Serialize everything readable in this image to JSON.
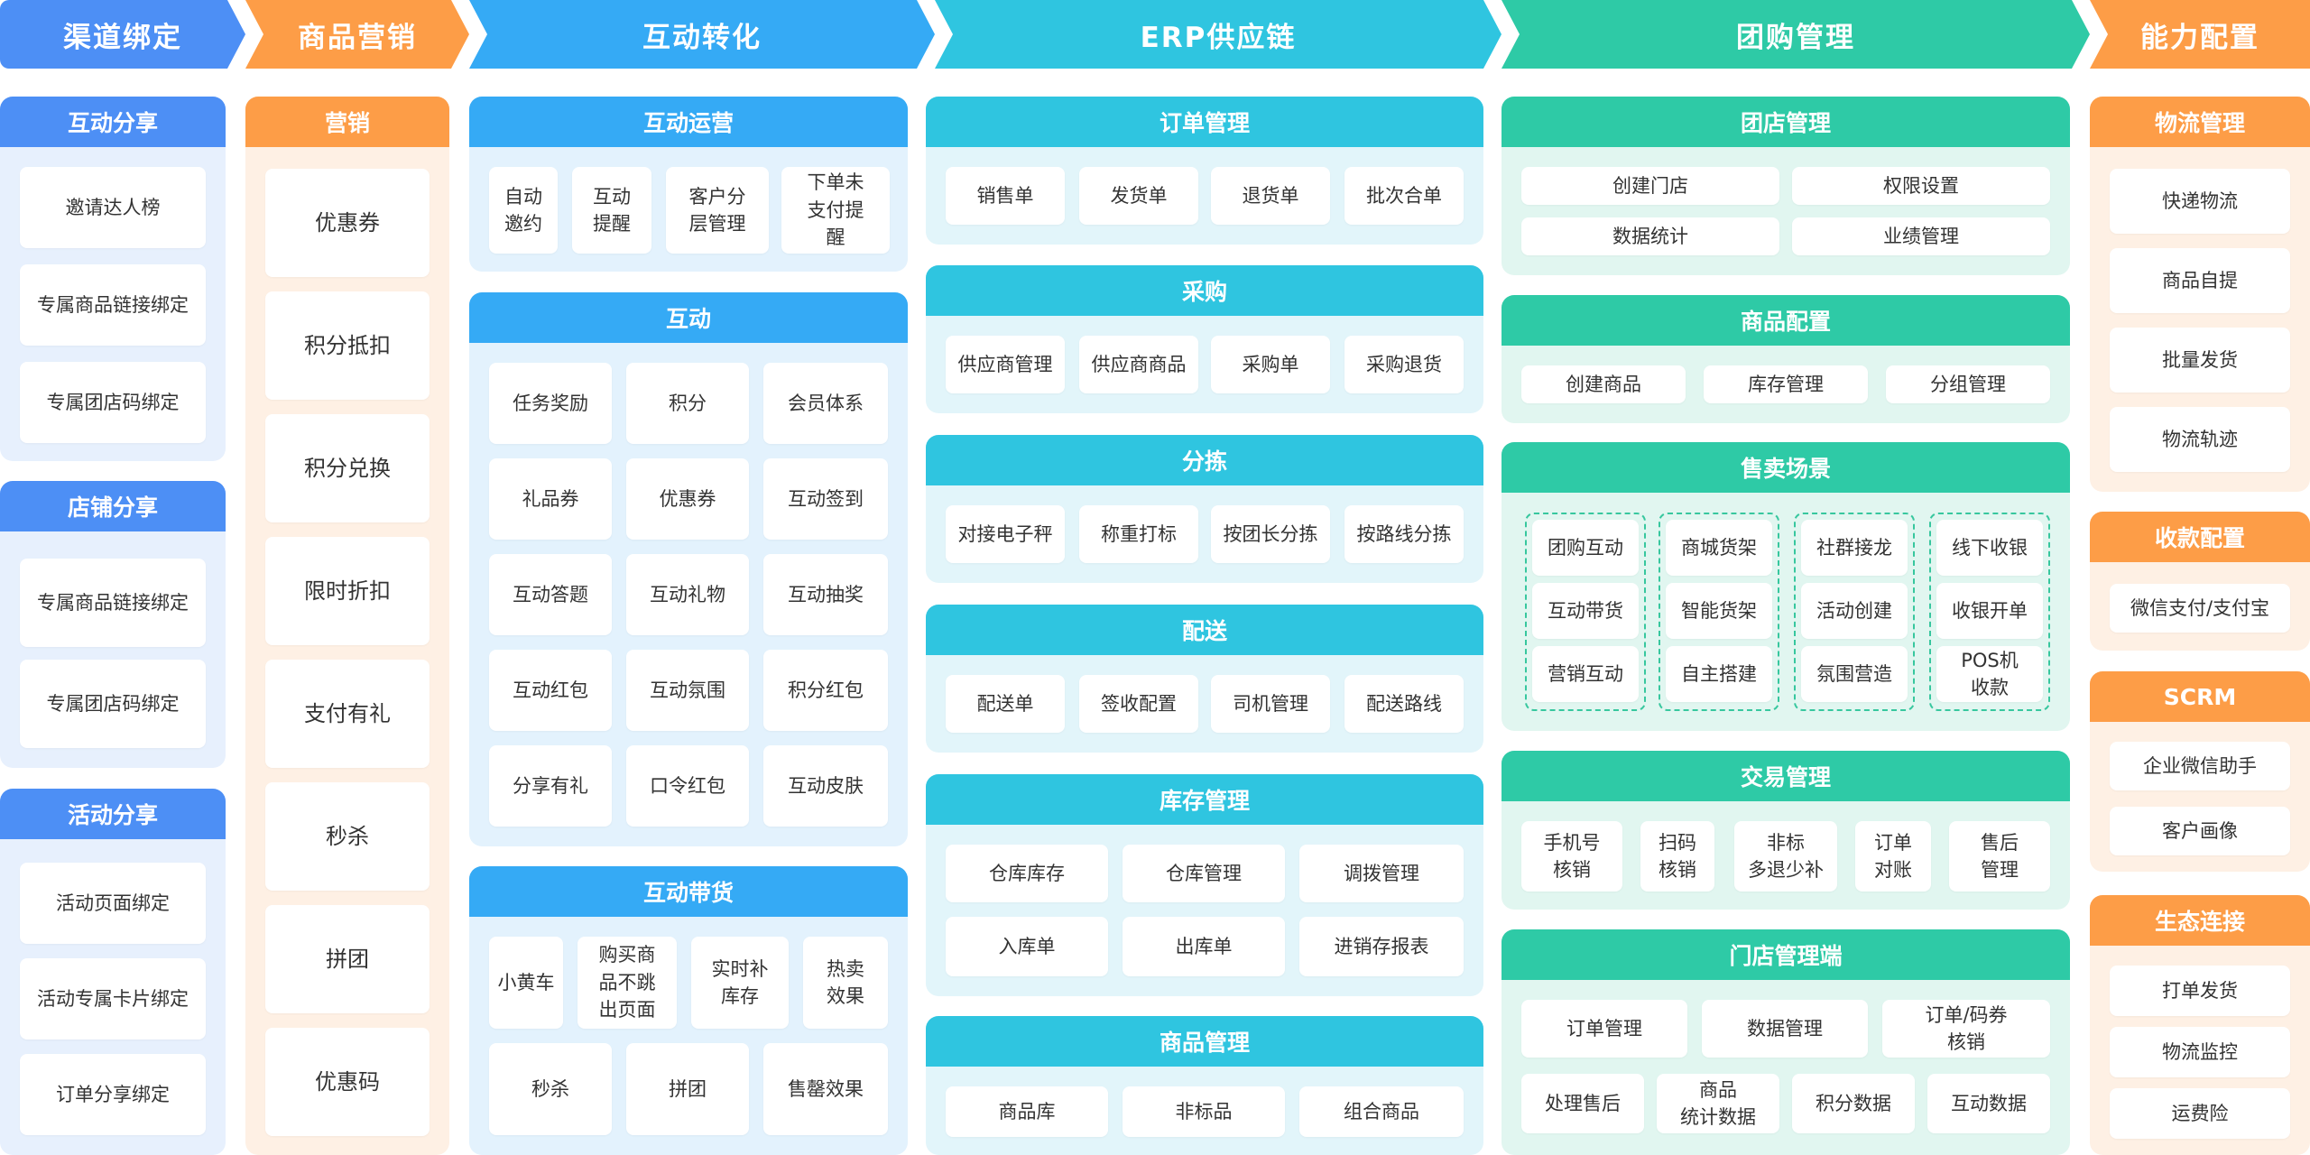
{
  "colors": {
    "blue": "#4d8ff5",
    "orange": "#fd9d47",
    "sky": "#35aaf5",
    "cyan": "#2fc5e0",
    "teal": "#2ecaa6",
    "blue_light": "#e7f0fd",
    "orange_light": "#fef0e4",
    "sky_light": "#e3f2fd",
    "cyan_light": "#e2f5fa",
    "teal_light": "#e1f6f0"
  },
  "columns": [
    {
      "title": "渠道绑定"
    },
    {
      "title": "商品营销"
    },
    {
      "title": "互动转化"
    },
    {
      "title": "ERP供应链"
    },
    {
      "title": "团购管理"
    },
    {
      "title": "能力配置"
    }
  ],
  "channel": {
    "groups": [
      {
        "title": "互动分享",
        "items": [
          "邀请达人榜",
          "专属商品链接绑定",
          "专属团店码绑定"
        ]
      },
      {
        "title": "店铺分享",
        "items": [
          "专属商品链接绑定",
          "专属团店码绑定"
        ]
      },
      {
        "title": "活动分享",
        "items": [
          "活动页面绑定",
          "活动专属卡片绑定",
          "订单分享绑定"
        ]
      }
    ]
  },
  "marketing": {
    "title": "营销",
    "items": [
      "优惠券",
      "积分抵扣",
      "积分兑换",
      "限时折扣",
      "支付有礼",
      "秒杀",
      "拼团",
      "优惠码"
    ]
  },
  "interaction": {
    "ops": {
      "title": "互动运营",
      "items": [
        [
          "自动",
          "邀约"
        ],
        [
          "互动",
          "提醒"
        ],
        [
          "客户分",
          "层管理"
        ],
        [
          "下单未",
          "支付提",
          "醒"
        ]
      ]
    },
    "inter": {
      "title": "互动",
      "items": [
        "任务奖励",
        "积分",
        "会员体系",
        "礼品券",
        "优惠券",
        "互动签到",
        "互动答题",
        "互动礼物",
        "互动抽奖",
        "互动红包",
        "互动氛围",
        "积分红包",
        "分享有礼",
        "口令红包",
        "互动皮肤"
      ]
    },
    "goods": {
      "title": "互动带货",
      "row1": [
        [
          "小黄车"
        ],
        [
          "购买商",
          "品不跳",
          "出页面"
        ],
        [
          "实时补",
          "库存"
        ],
        [
          "热卖",
          "效果"
        ]
      ],
      "row2": [
        "秒杀",
        "拼团",
        "售罄效果"
      ]
    }
  },
  "erp": {
    "order": {
      "title": "订单管理",
      "items": [
        "销售单",
        "发货单",
        "退货单",
        "批次合单"
      ]
    },
    "purchase": {
      "title": "采购",
      "items": [
        "供应商管理",
        "供应商商品",
        "采购单",
        "采购退货"
      ]
    },
    "sort": {
      "title": "分拣",
      "items": [
        "对接电子秤",
        "称重打标",
        "按团长分拣",
        "按路线分拣"
      ]
    },
    "delivery": {
      "title": "配送",
      "items": [
        "配送单",
        "签收配置",
        "司机管理",
        "配送路线"
      ]
    },
    "stock": {
      "title": "库存管理",
      "items": [
        "仓库库存",
        "仓库管理",
        "调拨管理",
        "入库单",
        "出库单",
        "进销存报表"
      ]
    },
    "product": {
      "title": "商品管理",
      "items": [
        "商品库",
        "非标品",
        "组合商品"
      ]
    }
  },
  "group": {
    "store": {
      "title": "团店管理",
      "items": [
        "创建门店",
        "权限设置",
        "数据统计",
        "业绩管理"
      ]
    },
    "goods": {
      "title": "商品配置",
      "items": [
        "创建商品",
        "库存管理",
        "分组管理"
      ]
    },
    "scenes": {
      "title": "售卖场景",
      "groups": [
        [
          "团购互动",
          "互动带货",
          "营销互动"
        ],
        [
          "商城货架",
          "智能货架",
          "自主搭建"
        ],
        [
          "社群接龙",
          "活动创建",
          "氛围营造"
        ],
        [
          [
            "线下收银"
          ],
          [
            "收银开单"
          ],
          [
            "POS机",
            "收款"
          ]
        ]
      ]
    },
    "trade": {
      "title": "交易管理",
      "items": [
        [
          "手机号",
          "核销"
        ],
        [
          "扫码",
          "核销"
        ],
        [
          "非标",
          "多退少补"
        ],
        [
          "订单",
          "对账"
        ],
        [
          "售后",
          "管理"
        ]
      ]
    },
    "shop": {
      "title": "门店管理端",
      "row1": [
        [
          "订单管理"
        ],
        [
          "数据管理"
        ],
        [
          "订单/码券",
          "核销"
        ]
      ],
      "row2": [
        [
          "处理售后"
        ],
        [
          "商品",
          "统计数据"
        ],
        [
          "积分数据"
        ],
        [
          "互动数据"
        ]
      ]
    }
  },
  "capability": {
    "logistics": {
      "title": "物流管理",
      "items": [
        "快递物流",
        "商品自提",
        "批量发货",
        "物流轨迹"
      ]
    },
    "payment": {
      "title": "收款配置",
      "items": [
        "微信支付/支付宝"
      ]
    },
    "scrm": {
      "title": "SCRM",
      "items": [
        "企业微信助手",
        "客户画像"
      ]
    },
    "eco": {
      "title": "生态连接",
      "items": [
        "打单发货",
        "物流监控",
        "运费险"
      ]
    }
  }
}
